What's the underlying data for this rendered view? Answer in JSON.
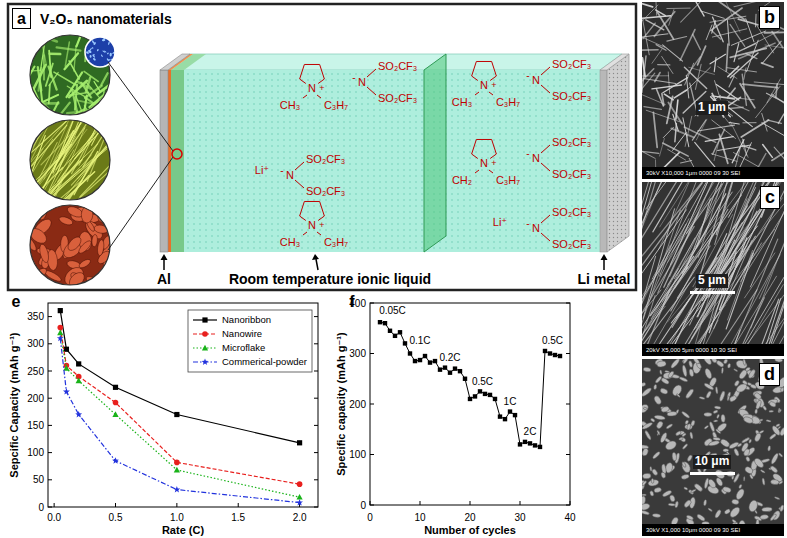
{
  "diagram": {
    "nodes": [
      {
        "text": [
          "a"
        ]
      },
      {
        "text": [
          "b"
        ]
      },
      {
        "text": [
          "c"
        ]
      },
      {
        "text": [
          "d"
        ]
      }
    ],
    "labels": [
      "V₂O₅ nanomaterials",
      "Al",
      "Room temperature ionic liquid",
      "Li metal",
      "N",
      "+",
      "CH₃",
      "C₃H₇",
      "-",
      "N",
      "SO₂CF₃",
      "SO₂CF₃",
      "N",
      "+",
      "CH₃",
      "C₃H₇",
      "-",
      "N",
      "SO₂CF₃",
      "SO₂CF₃",
      "Li⁺",
      "-",
      "N",
      "SO₂CF₃",
      "SO₂CF₃",
      "N",
      "+",
      "CH₂",
      "C₃H₇",
      "-",
      "N",
      "SO₂CF₃",
      "SO₂CF₃",
      "N",
      "+",
      "CH₃",
      "C₃H₇",
      "Li⁺",
      "-",
      "N",
      "SO₂CF₃",
      "SO₂CF₃",
      "e",
      "Sepcific Capacity (mAh g⁻¹)",
      "Rate (C)",
      "0",
      "50",
      "100",
      "150",
      "200",
      "250",
      "300",
      "350",
      "0.0",
      "0.5",
      "1.0",
      "1.5",
      "2.0",
      "f",
      "Specific capacity (mAh g⁻¹)",
      "Number of cycles",
      "0",
      "100",
      "200",
      "300",
      "400",
      "0",
      "10",
      "20",
      "30",
      "40",
      "0.05C",
      "0.1C",
      "0.2C",
      "0.5C",
      "1C",
      "2C",
      "0.5C",
      "1 μm",
      "30kV X10,000 1μm 0000 09 30 SEI",
      "5 μm",
      "20kV X5,000 5μm 0000 10 30 SEI",
      "10 μm",
      "30kV X1,000 10μm 0000 09 30 SEI"
    ],
    "legend": [
      {
        "text": "Nanoribbon"
      },
      {
        "text": "Nanowire"
      },
      {
        "text": "Microflake"
      },
      {
        "text": "Commerical-powder"
      }
    ]
  }
}
